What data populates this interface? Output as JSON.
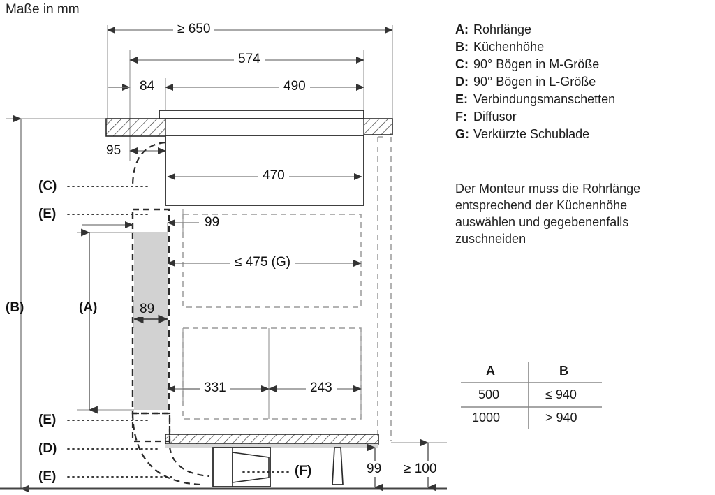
{
  "title": "Maße in mm",
  "legend": [
    {
      "key": "A:",
      "value": "Rohrlänge"
    },
    {
      "key": "B:",
      "value": "Küchenhöhe"
    },
    {
      "key": "C:",
      "value": "90° Bögen in M-Größe"
    },
    {
      "key": "D:",
      "value": "90° Bögen in L-Größe"
    },
    {
      "key": "E:",
      "value": "Verbindungsmanschetten"
    },
    {
      "key": "F:",
      "value": "Diffusor"
    },
    {
      "key": "G:",
      "value": "Verkürzte Schublade"
    }
  ],
  "note": {
    "line1": "Der Monteur muss die Rohrlänge",
    "line2": "entsprechend der Küchenhöhe",
    "line3": "auswählen und gegebenenfalls",
    "line4": "zuschneiden"
  },
  "table": {
    "headers": [
      "A",
      "B"
    ],
    "rows": [
      [
        "500",
        "≤ 940"
      ],
      [
        "1000",
        "> 940"
      ]
    ]
  },
  "dimensions": {
    "d650": "≥ 650",
    "d574": "574",
    "d84": "84",
    "d490": "490",
    "d95": "95",
    "d470": "470",
    "d99a": "99",
    "d475g": "≤ 475 (G)",
    "d89": "89",
    "d331": "331",
    "d243": "243",
    "d99b": "99",
    "d100": "≥ 100"
  },
  "callouts": {
    "cC": "(C)",
    "cE1": "(E)",
    "cB": "(B)",
    "cA": "(A)",
    "cE2": "(E)",
    "cE3": "(E)",
    "cD": "(D)",
    "cE4": "(E)",
    "cF": "(F)"
  },
  "colors": {
    "line": "#555555",
    "lineDark": "#2b2b2b",
    "fillGray": "#d2d2d2",
    "hatch": "#444444",
    "text": "#1a1a1a"
  }
}
